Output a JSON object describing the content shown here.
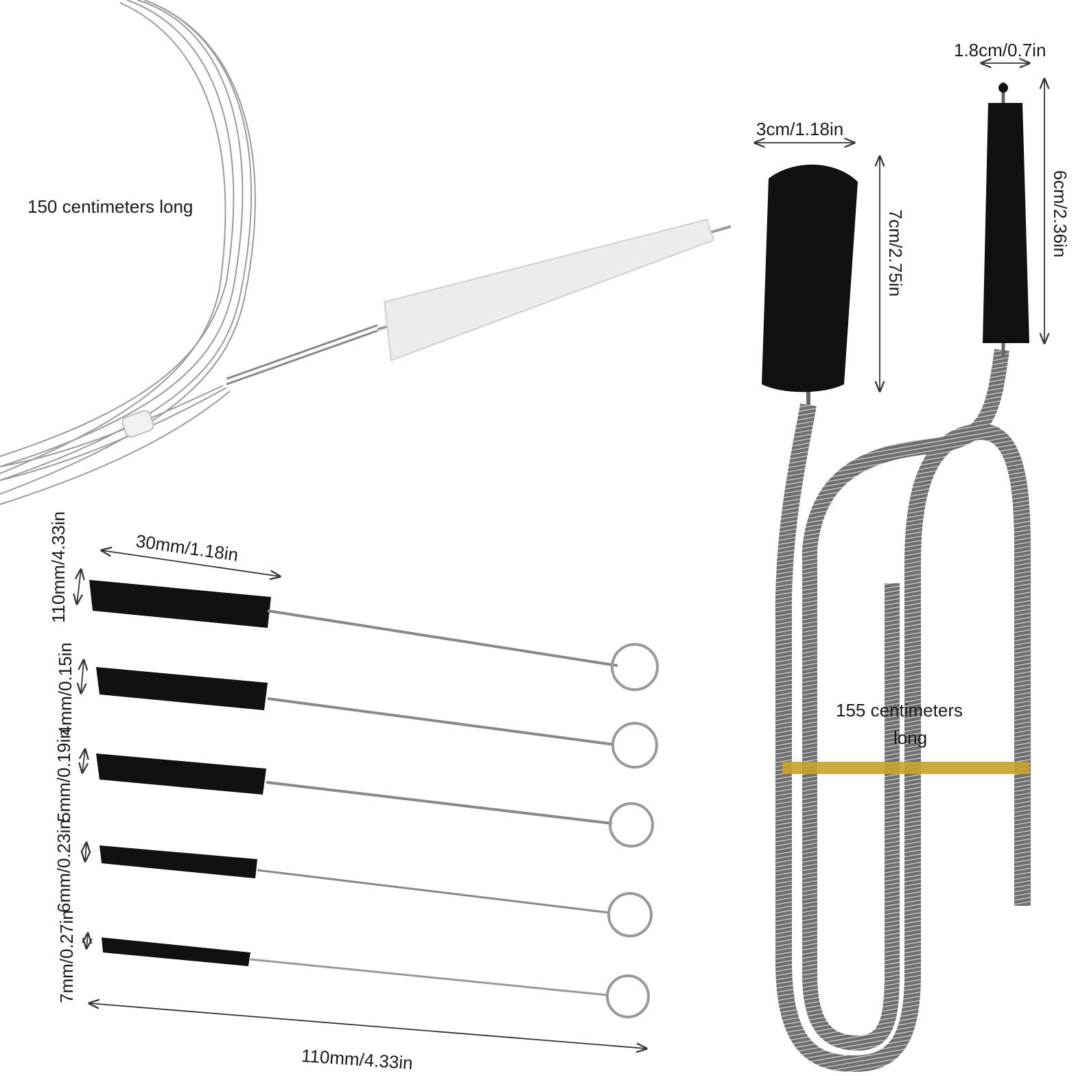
{
  "cleaner_wire": {
    "length_label": "150 centimeters long"
  },
  "hose_brush": {
    "length_label_line1": "155 centimeters",
    "length_label_line2": "long",
    "large_head": {
      "width_label": "3cm/1.18in",
      "height_label": "7cm/2.75in"
    },
    "small_head": {
      "width_label": "1.8cm/0.7in",
      "height_label": "6cm/2.36in"
    },
    "tie_color": "#c9a227"
  },
  "small_brushes": {
    "head_length_label": "30mm/1.18in",
    "total_length_label": "110mm/4.33in",
    "items": [
      {
        "diameter_label": "110mm/4.33in"
      },
      {
        "diameter_label": "4mm/0.15in"
      },
      {
        "diameter_label": "5mm/0.19in"
      },
      {
        "diameter_label": "6mm/0.23in"
      },
      {
        "diameter_label": "7mm/0.27in"
      }
    ]
  },
  "colors": {
    "bristle_dark": "#111111",
    "bristle_light": "#e6e6e6",
    "wire": "#8a8a8a",
    "text": "#1a1a1a"
  }
}
